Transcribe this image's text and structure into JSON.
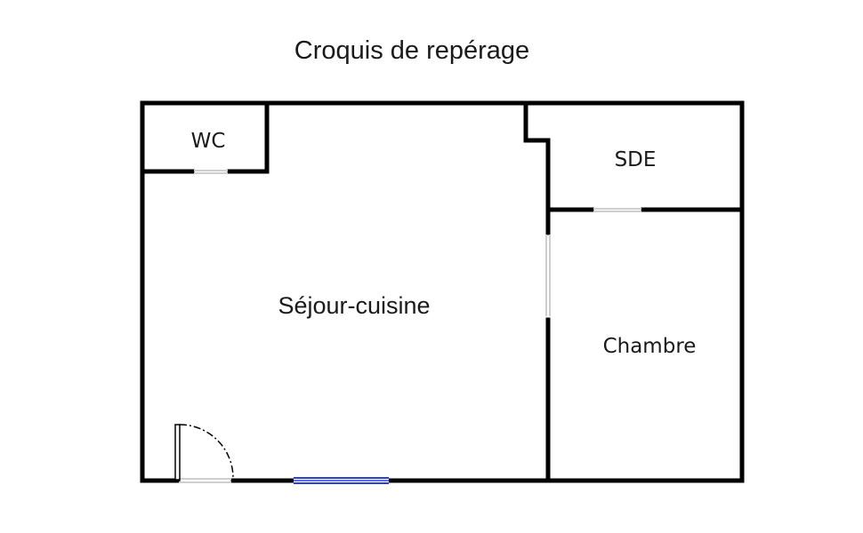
{
  "diagram": {
    "title": "Croquis de repérage",
    "rooms": {
      "wc": "WC",
      "sde": "SDE",
      "sejour_cuisine": "Séjour-cuisine",
      "chambre": "Chambre"
    },
    "colors": {
      "wall": "#000000",
      "window": "#2b3fd6",
      "opening": "#cfcfcf",
      "text": "#1a1a1a",
      "background": "#ffffff"
    }
  }
}
